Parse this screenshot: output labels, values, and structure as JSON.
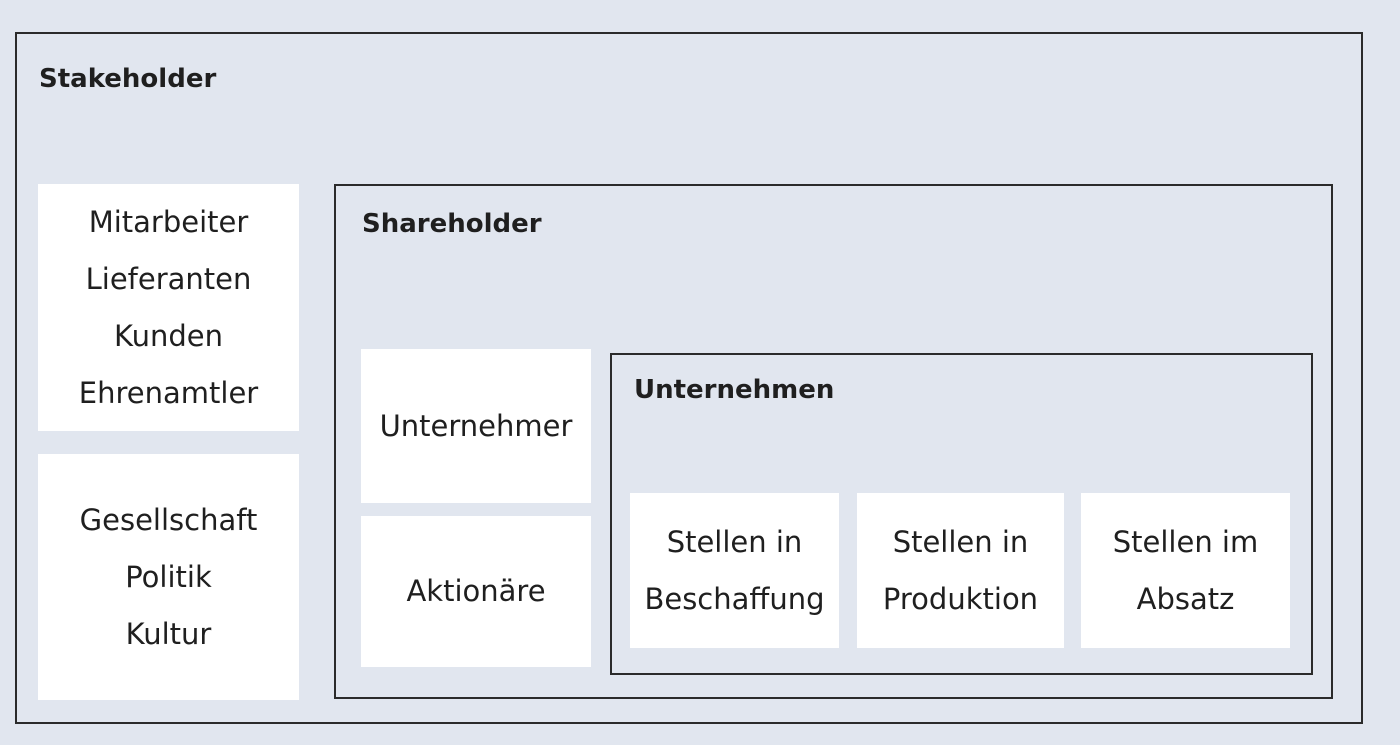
{
  "stakeholder": {
    "title": "Stakeholder",
    "group_internal": [
      "Mitarbeiter",
      "Lieferanten",
      "Kunden",
      "Ehrenamtler"
    ],
    "group_external": [
      "Gesellschaft",
      "Politik",
      "Kultur"
    ]
  },
  "shareholder": {
    "title": "Shareholder",
    "boxes": [
      "Unternehmer",
      "Aktionäre"
    ]
  },
  "unternehmen": {
    "title": "Unternehmen",
    "boxes": [
      [
        "Stellen in",
        "Beschaffung"
      ],
      [
        "Stellen in",
        "Produktion"
      ],
      [
        "Stellen im",
        "Absatz"
      ]
    ]
  }
}
